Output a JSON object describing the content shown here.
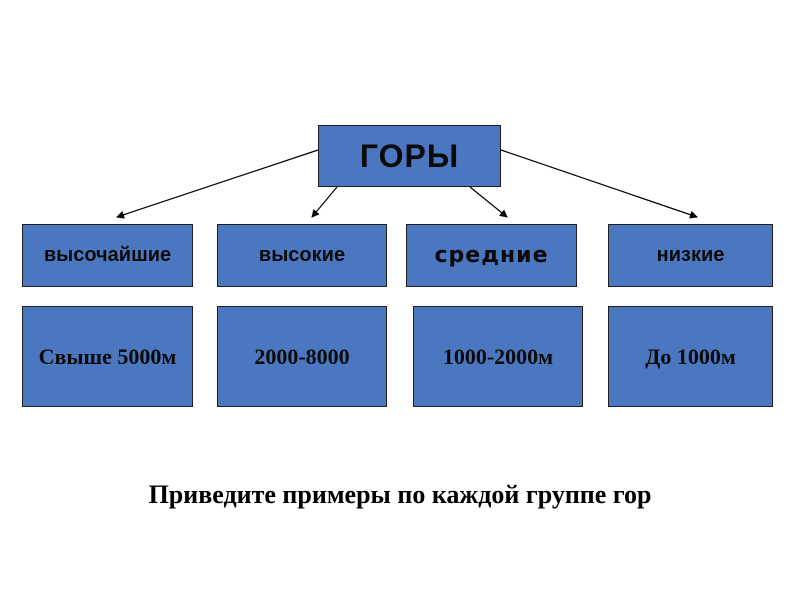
{
  "root": {
    "label": "ГОРЫ"
  },
  "categories": [
    {
      "label": "высочайшие",
      "value": "Свыше 5000м"
    },
    {
      "label": "высокие",
      "value": "2000-8000"
    },
    {
      "label": "средние",
      "value": "1000-2000м"
    },
    {
      "label": "низкие",
      "value": "До 1000м"
    }
  ],
  "footer": "Приведите примеры по каждой группе гор",
  "colors": {
    "box_fill": "#4a77bf",
    "box_border": "#1f1f1f",
    "text": "#000000"
  }
}
